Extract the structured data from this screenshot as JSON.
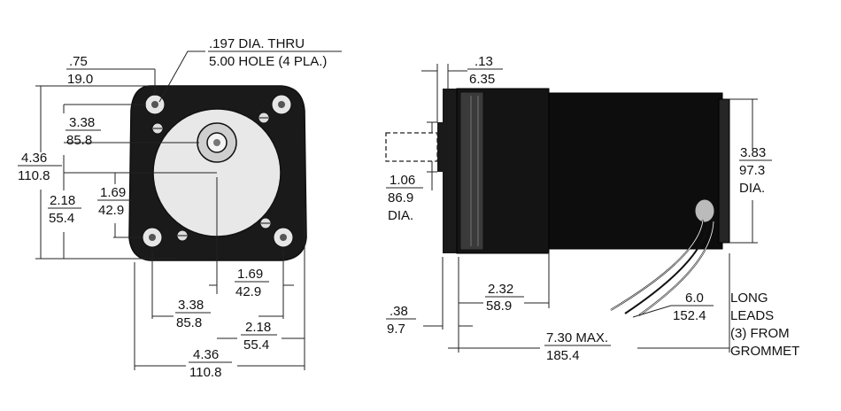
{
  "front_view": {
    "hole_callout": {
      "line1": ".197 DIA. THRU",
      "line2": "5.00 HOLE (4 PLA.)"
    },
    "top_offset": {
      "inch": ".75",
      "mm": "19.0"
    },
    "shaft_height": {
      "inch": "3.38",
      "mm": "85.8"
    },
    "overall_height": {
      "inch": "4.36",
      "mm": "110.8"
    },
    "half_height": {
      "inch": "2.18",
      "mm": "55.4"
    },
    "hole_spacing_vertical": {
      "inch": "1.69",
      "mm": "42.9"
    },
    "hole_spacing_horizontal": {
      "inch": "1.69",
      "mm": "42.9"
    },
    "shaft_width": {
      "inch": "3.38",
      "mm": "85.8"
    },
    "half_width": {
      "inch": "2.18",
      "mm": "55.4"
    },
    "overall_width": {
      "inch": "4.36",
      "mm": "110.8"
    }
  },
  "side_view": {
    "flange_thickness": {
      "inch": ".13",
      "mm": "6.35"
    },
    "pilot_diameter": {
      "inch": "1.06",
      "mm": "86.9",
      "suffix": "DIA."
    },
    "body_diameter": {
      "inch": "3.83",
      "mm": "97.3",
      "suffix": "DIA."
    },
    "shaft_extension": {
      "inch": ".38",
      "mm": "9.7"
    },
    "gearbox_length": {
      "inch": "2.32",
      "mm": "58.9"
    },
    "overall_length": {
      "inch": "7.30 MAX.",
      "mm": "185.4"
    },
    "lead_length": {
      "inch": "6.0",
      "mm": "152.4"
    },
    "lead_note": {
      "line1": "LONG",
      "line2": "LEADS",
      "line3": "(3) FROM",
      "line4": "GROMMET"
    }
  }
}
